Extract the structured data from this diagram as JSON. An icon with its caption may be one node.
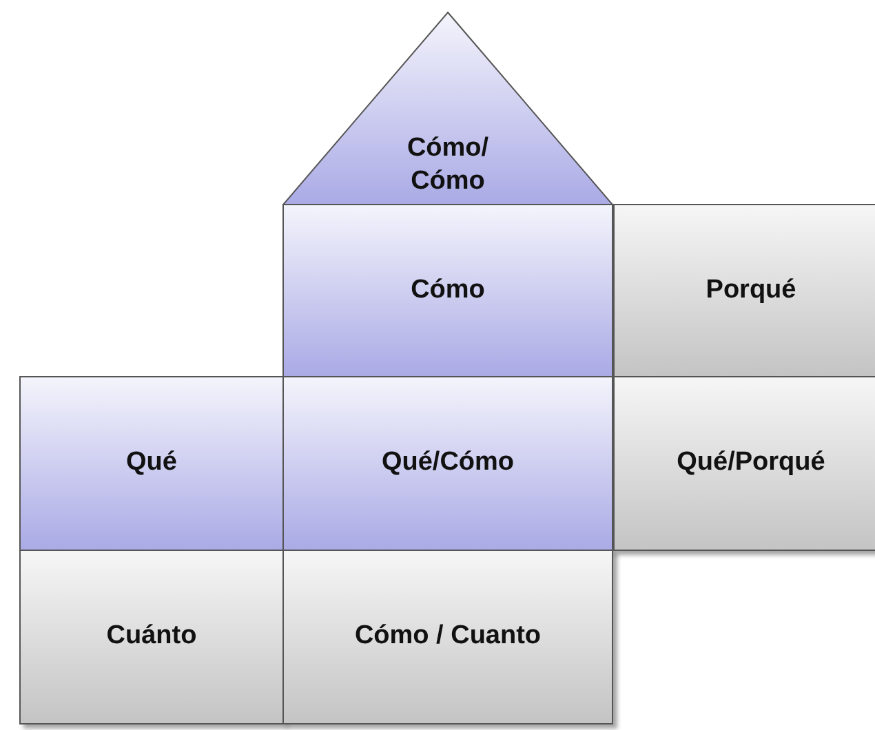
{
  "diagram": {
    "nodes": [
      {
        "text": [
          "Cómo/ Cómo"
        ]
      },
      {
        "text": [
          "Cómo"
        ]
      },
      {
        "text": [
          "Porqué"
        ]
      },
      {
        "text": [
          "Qué"
        ]
      },
      {
        "text": [
          "Qué/Cómo"
        ]
      },
      {
        "text": [
          "Qué/Porqué"
        ]
      },
      {
        "text": [
          "Cuánto"
        ]
      },
      {
        "text": [
          "Cómo / Cuanto"
        ]
      }
    ]
  }
}
